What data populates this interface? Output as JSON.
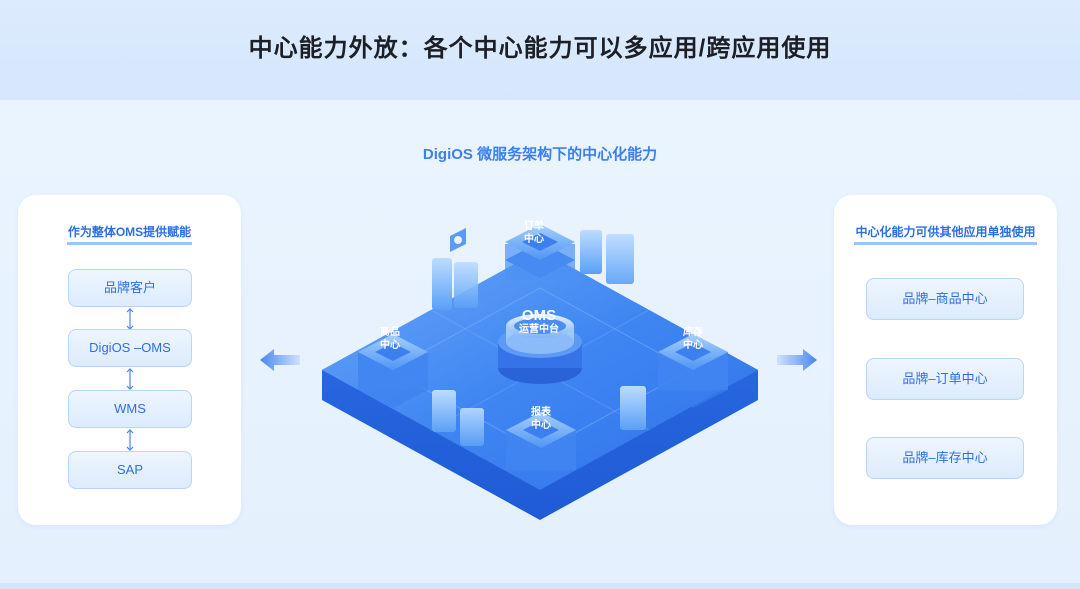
{
  "header": {
    "title": "中心能力外放：各个中心能力可以多应用/跨应用使用"
  },
  "subtitle": "DigiOS 微服务架构下的中心化能力",
  "left_panel": {
    "title": "作为整体OMS提供赋能",
    "items": [
      "品牌客户",
      "DigiOS –OMS",
      "WMS",
      "SAP"
    ]
  },
  "right_panel": {
    "title": "中心化能力可供其他应用单独使用",
    "items": [
      "品牌–商品中心",
      "品牌–订单中心",
      "品牌–库存中心"
    ]
  },
  "center": {
    "core_title": "OMS",
    "core_subtitle": "运营中台",
    "top_node": [
      "订单",
      "中心"
    ],
    "left_node": [
      "商品",
      "中心"
    ],
    "right_node": [
      "库存",
      "中心"
    ],
    "bottom_node": [
      "报表",
      "中心"
    ]
  },
  "colors": {
    "accent": "#3b7ff0",
    "platform": "#3f86f2",
    "chip_border": "#b9d5fb",
    "title": "#1c1f26"
  }
}
